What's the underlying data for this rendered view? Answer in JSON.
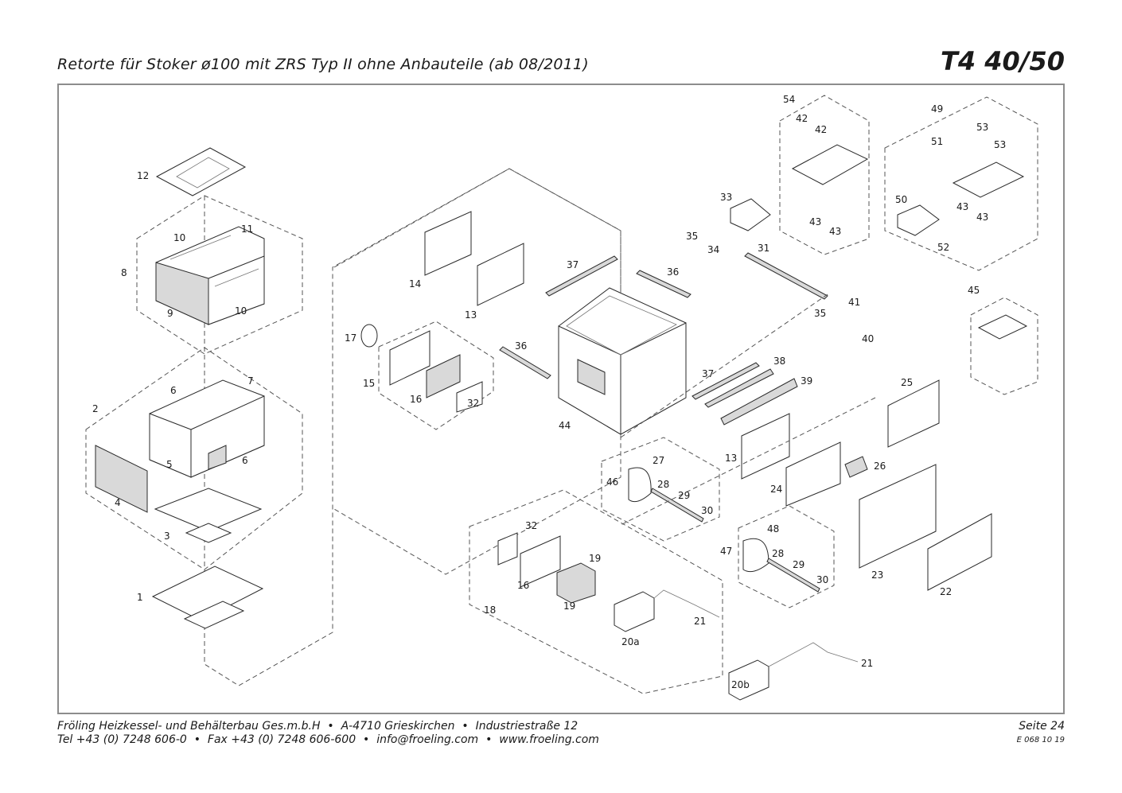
{
  "header": {
    "title": "Retorte für Stoker ø100 mit ZRS Typ II ohne Anbauteile (ab 08/2011)",
    "model": "T4 40/50"
  },
  "footer": {
    "company": "Fröling Heizkessel- und Behälterbau Ges.m.b.H",
    "sep": "•",
    "city": "A-4710 Grieskirchen",
    "street": "Industriestraße 12",
    "tel": "Tel +43 (0) 7248 606-0",
    "fax": "Fax +43 (0) 7248 606-600",
    "email": "info@froeling.com",
    "web": "www.froeling.com",
    "page": "Seite 24",
    "doc_code": "E 068 10 19"
  },
  "callouts": {
    "c12": "12",
    "c10a": "10",
    "c11": "11",
    "c8": "8",
    "c9": "9",
    "c10b": "10",
    "c6a": "6",
    "c7": "7",
    "c2": "2",
    "c5": "5",
    "c6b": "6",
    "c4": "4",
    "c3": "3",
    "c1": "1",
    "c14": "14",
    "c13a": "13",
    "c37a": "37",
    "c36a": "36",
    "c17": "17",
    "c15": "15",
    "c16a": "16",
    "c32a": "32",
    "c36b": "36",
    "c44": "44",
    "c37b": "37",
    "c38": "38",
    "c39": "39",
    "c13b": "13",
    "c27": "27",
    "c46": "46",
    "c28a": "28",
    "c29a": "29",
    "c30a": "30",
    "c32b": "32",
    "c19a": "19",
    "c16b": "16",
    "c19b": "19",
    "c18": "18",
    "c21a": "21",
    "c20a": "20a",
    "c48": "48",
    "c47": "47",
    "c28b": "28",
    "c29b": "29",
    "c30b": "30",
    "c21b": "21",
    "c20b": "20b",
    "c54": "54",
    "c42a": "42",
    "c42b": "42",
    "c33": "33",
    "c43a": "43",
    "c43b": "43",
    "c35a": "35",
    "c34": "34",
    "c31": "31",
    "c41": "41",
    "c35b": "35",
    "c40": "40",
    "c49": "49",
    "c53a": "53",
    "c51": "51",
    "c53b": "53",
    "c50": "50",
    "c43c": "43",
    "c43d": "43",
    "c52": "52",
    "c45": "45",
    "c25": "25",
    "c26": "26",
    "c24": "24",
    "c23": "23",
    "c22": "22"
  }
}
